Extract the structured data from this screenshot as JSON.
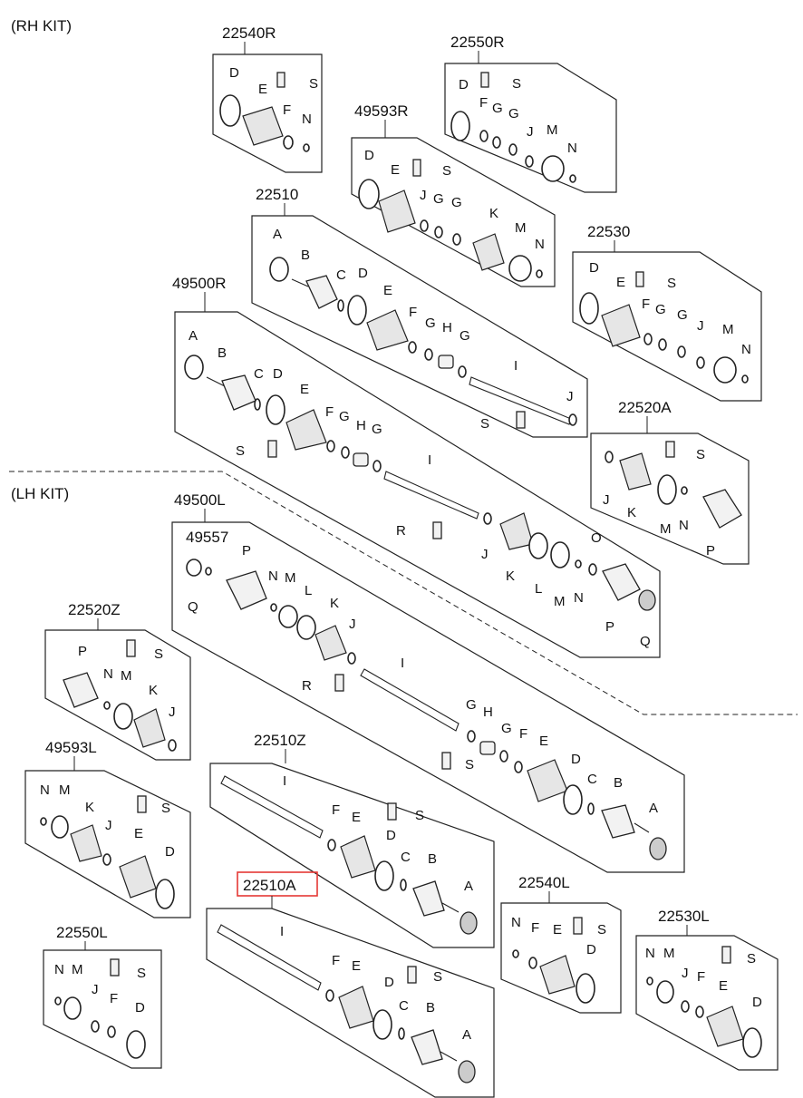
{
  "kits": {
    "rh": "(RH KIT)",
    "lh": "(LH KIT)"
  },
  "highlight_color": "#e53935",
  "groups": {
    "g22540R": "22540R",
    "g22550R": "22550R",
    "g49593R": "49593R",
    "g22510": "22510",
    "g22530": "22530",
    "g49500R": "49500R",
    "g22520A": "22520A",
    "g49500L": "49500L",
    "g49557": "49557",
    "g22520Z": "22520Z",
    "g49593L": "49593L",
    "g22510Z": "22510Z",
    "g22510A": "22510A",
    "g22540L": "22540L",
    "g22550L": "22550L",
    "g22530L": "22530L"
  },
  "letters": {
    "A": "A",
    "B": "B",
    "C": "C",
    "D": "D",
    "E": "E",
    "F": "F",
    "G": "G",
    "H": "H",
    "I": "I",
    "J": "J",
    "K": "K",
    "L": "L",
    "M": "M",
    "N": "N",
    "O": "O",
    "P": "P",
    "Q": "Q",
    "R": "R",
    "S": "S"
  }
}
